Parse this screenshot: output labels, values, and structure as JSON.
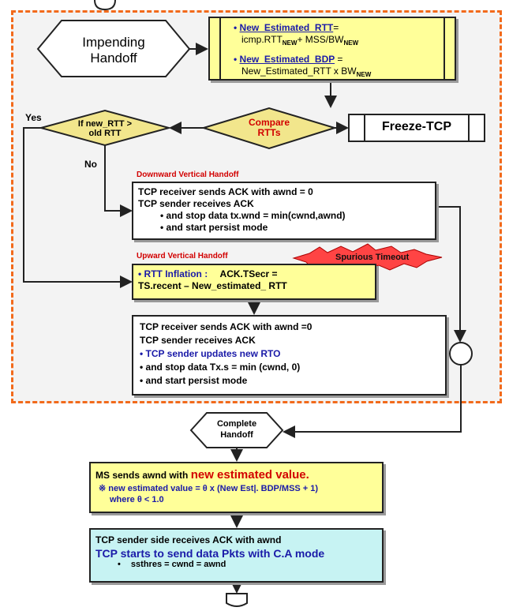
{
  "colors": {
    "dash_border": "#f26a1b",
    "yellow_fill": "#ffff99",
    "compare_fill": "#f2e68c",
    "cyan_fill": "#c7f3f3",
    "blue_text": "#1a1aa8",
    "red_text": "#d20000"
  },
  "impending": {
    "line1": "Impending",
    "line2": "Handoff"
  },
  "estimate": {
    "item1_bullet": "•",
    "item1_label": "New_Estimated_RTT",
    "item1_eq": "=",
    "item1_line2a": "icmp.RTT",
    "item1_sub1": "NEW",
    "item1_line2b": "+ MSS/BW",
    "item1_sub2": "NEW",
    "item2_bullet": "•",
    "item2_label": "New_Estimated_BDP",
    "item2_eq": "=",
    "item2_line2a": "New_Estimated_RTT x BW",
    "item2_sub": "NEW"
  },
  "decision_rtt": {
    "line1": "If new_RTT >",
    "line2": "old RTT"
  },
  "compare": {
    "line1": "Compare",
    "line2": "RTTs"
  },
  "freeze": {
    "label": "Freeze-TCP"
  },
  "yes_label": "Yes",
  "no_label": "No",
  "downward": {
    "title": "Downward Vertical Handoff",
    "line1": "TCP receiver sends ACK with awnd = 0",
    "line2": "TCP sender receives ACK",
    "line3": "• and stop data tx.wnd = min(cwnd,awnd)",
    "line4": "• and start persist mode"
  },
  "upward": {
    "title": "Upward Vertical Handoff",
    "spurious": "Spurious Timeout",
    "inflation_label": "• RTT Inflation :",
    "inflation_eq": "ACK.TSecr =",
    "inflation_line2": "TS.recent – New_estimated_ RTT"
  },
  "receiver_box": {
    "line1": "TCP receiver sends ACK with awnd  =0",
    "line2": "TCP sender receives ACK",
    "line3": "• TCP sender updates new RTO",
    "line4": "• and stop data Tx.s = min (cwnd, 0)",
    "line5": "• and start persist mode"
  },
  "complete": {
    "line1": "Complete",
    "line2": "Handoff"
  },
  "ms_box": {
    "line1_a": "MS sends awnd with",
    "line1_b": "new estimated value.",
    "line2_a": "※ new estimated value = ",
    "line2_theta": "θ",
    "line2_b": " x (New Est",
    "line2_c": "|. BDP/MSS + 1)",
    "line3_a": "where ",
    "line3_theta": "θ",
    "line3_b": " < 1.0"
  },
  "sender_box": {
    "line1": "TCP sender side receives ACK with awnd",
    "line2": "TCP starts to send data Pkts with C.A mode",
    "line3_bullet": "•",
    "line3": "ssthres = cwnd = awnd"
  }
}
